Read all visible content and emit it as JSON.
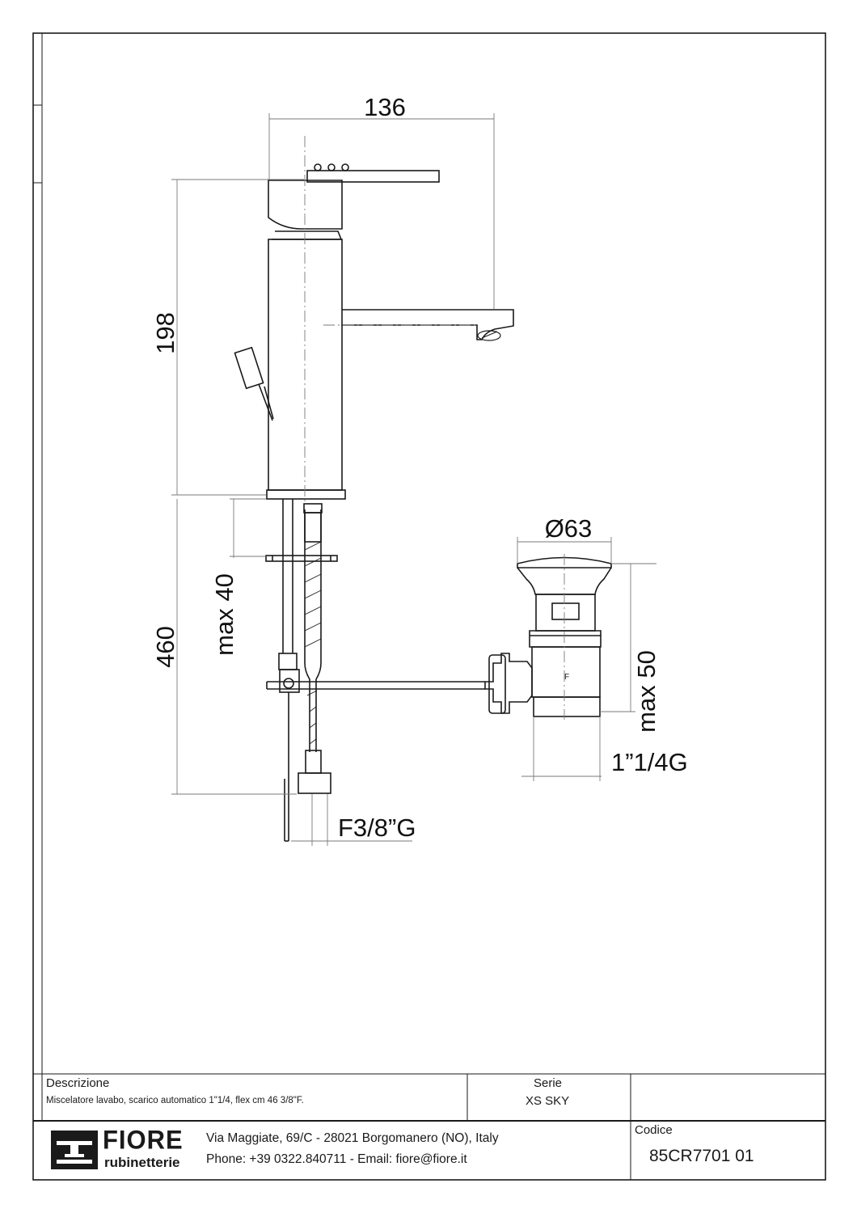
{
  "drawing": {
    "dimensions": {
      "width_top": "136",
      "height_body": "198",
      "height_total": "460",
      "max_deck": "max 40",
      "diameter": "Ø63",
      "max_waste": "max 50",
      "thread_waste": "1”1/4G",
      "thread_flex": "F3/8”G"
    }
  },
  "title_block": {
    "description_label": "Descrizione",
    "description_text": "Miscelatore lavabo, scarico automatico 1\"1/4, flex cm 46 3/8\"F.",
    "series_label": "Serie",
    "series_value": "XS SKY",
    "code_label": "Codice",
    "code_value": "85CR7701 01",
    "address_line": "Via Maggiate, 69/C - 28021 Borgomanero (NO), Italy",
    "contact_line": "Phone: +39 0322.840711 - Email: fiore@fiore.it"
  },
  "logo": {
    "brand": "FIORE",
    "subtitle": "rubinetterie"
  },
  "colors": {
    "line": "#1a1a1a",
    "thin_line": "#6e6e6e",
    "background": "#ffffff"
  }
}
